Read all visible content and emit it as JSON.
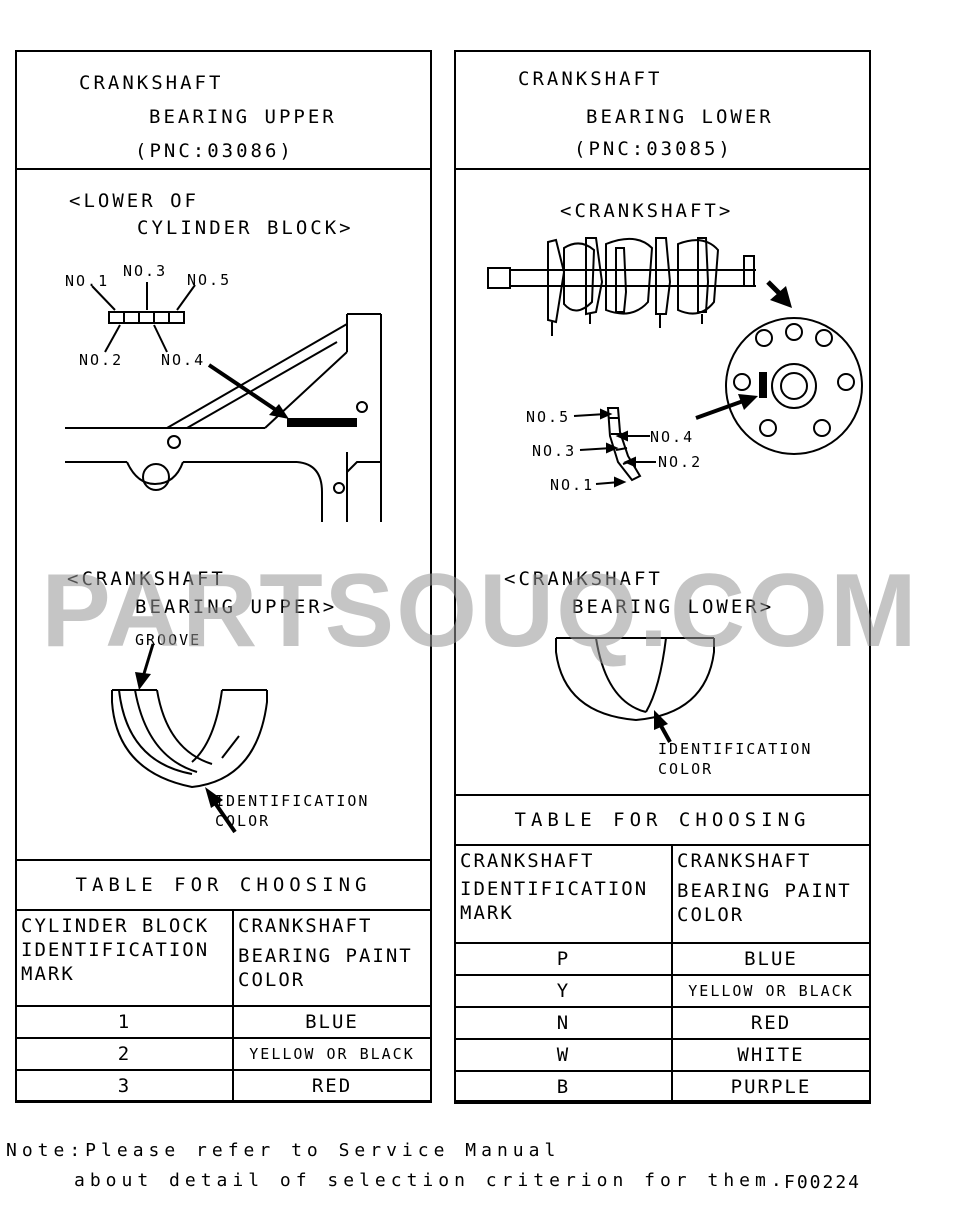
{
  "upper": {
    "title": [
      "CRANKSHAFT",
      "BEARING UPPER",
      "(PNC:03086)"
    ],
    "block_label": [
      "<LOWER OF",
      "CYLINDER BLOCK>"
    ],
    "positions": [
      "NO.1",
      "NO.3",
      "NO.5",
      "NO.2",
      "NO.4"
    ],
    "bearing_label": [
      "<CRANKSHAFT",
      "BEARING UPPER>"
    ],
    "groove": "GROOVE",
    "ident_color": [
      "IDENTIFICATION",
      "COLOR"
    ],
    "table": {
      "title": "TABLE FOR CHOOSING",
      "col1": [
        "CYLINDER BLOCK",
        "IDENTIFICATION",
        "MARK"
      ],
      "col2": [
        "CRANKSHAFT",
        "BEARING PAINT",
        "COLOR"
      ],
      "rows": [
        {
          "mark": "1",
          "color": "BLUE"
        },
        {
          "mark": "2",
          "color": "YELLOW OR BLACK"
        },
        {
          "mark": "3",
          "color": "RED"
        }
      ]
    }
  },
  "lower": {
    "title": [
      "CRANKSHAFT",
      "BEARING LOWER",
      "(PNC:03085)"
    ],
    "shaft_label": "<CRANKSHAFT>",
    "positions": [
      "NO.5",
      "NO.4",
      "NO.3",
      "NO.2",
      "NO.1"
    ],
    "bearing_label": [
      "<CRANKSHAFT",
      "BEARING LOWER>"
    ],
    "ident_color": [
      "IDENTIFICATION",
      "COLOR"
    ],
    "table": {
      "title": "TABLE FOR CHOOSING",
      "col1": [
        "CRANKSHAFT",
        "IDENTIFICATION",
        "MARK"
      ],
      "col2": [
        "CRANKSHAFT",
        "BEARING PAINT",
        "COLOR"
      ],
      "rows": [
        {
          "mark": "P",
          "color": "BLUE"
        },
        {
          "mark": "Y",
          "color": "YELLOW OR BLACK"
        },
        {
          "mark": "N",
          "color": "RED"
        },
        {
          "mark": "W",
          "color": "WHITE"
        },
        {
          "mark": "B",
          "color": "PURPLE"
        }
      ]
    }
  },
  "watermark": "PARTSOUQ.COM",
  "note": [
    "Note:Please refer to Service Manual",
    "about detail of selection criterion for them."
  ],
  "figure_code": "F00224"
}
